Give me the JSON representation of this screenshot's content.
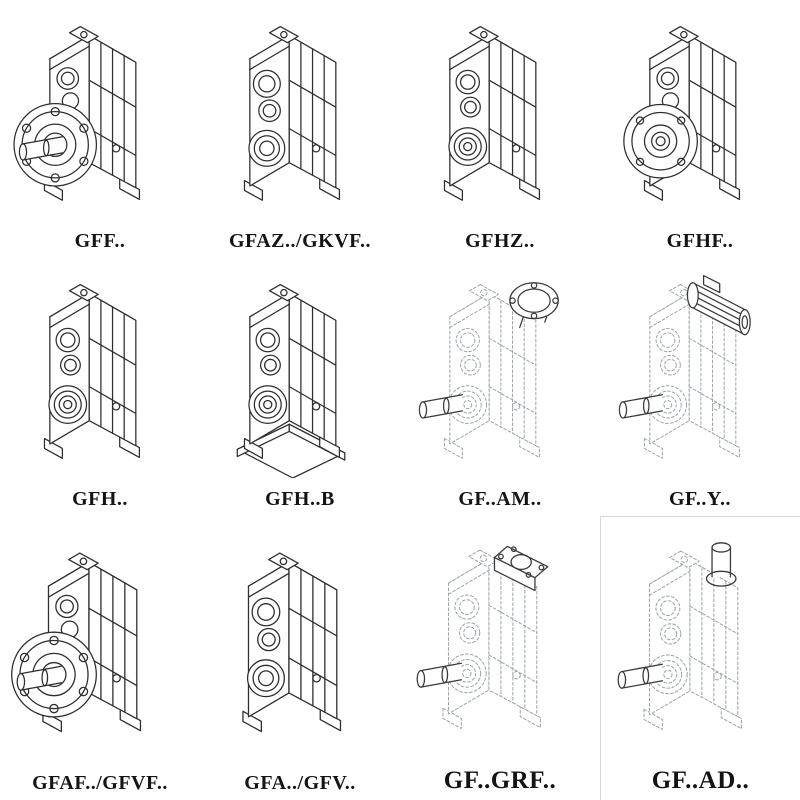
{
  "page": {
    "title": "Parallel shaft helical gear unit variants",
    "background": "#ffffff",
    "line_color": "#2e2e2e",
    "ghost_line_color": "#9aa3a8"
  },
  "grid": {
    "rows": 3,
    "cols": 4,
    "items": [
      {
        "label": "GFF..",
        "icon": "gearbox-foot-flange-icon",
        "style": "solid"
      },
      {
        "label": "GFAZ../GKVF..",
        "icon": "gearbox-shaft-mounted-icon",
        "style": "solid"
      },
      {
        "label": "GFHZ..",
        "icon": "gearbox-hollow-shaft-icon",
        "style": "solid"
      },
      {
        "label": "GFHF..",
        "icon": "gearbox-flange-hollow-icon",
        "style": "solid"
      },
      {
        "label": "GFH..",
        "icon": "gearbox-hollow-shaft-icon",
        "style": "solid"
      },
      {
        "label": "GFH..B",
        "icon": "gearbox-hollow-shaft-base-icon",
        "style": "solid"
      },
      {
        "label": "GF..AM..",
        "icon": "gearbox-iec-adapter-icon",
        "style": "dashed"
      },
      {
        "label": "GF..Y..",
        "icon": "gearbox-motor-icon",
        "style": "dashed"
      },
      {
        "label": "GFAF../GFVF..",
        "icon": "gearbox-foot-flange-icon",
        "style": "solid"
      },
      {
        "label": "GFA../GFV..",
        "icon": "gearbox-shaft-mounted-icon",
        "style": "solid"
      },
      {
        "label": "GF..GRF..",
        "icon": "gearbox-adapter-plate-icon",
        "style": "dashed"
      },
      {
        "label": "GF..AD..",
        "icon": "gearbox-input-shaft-icon",
        "style": "dashed"
      }
    ]
  }
}
